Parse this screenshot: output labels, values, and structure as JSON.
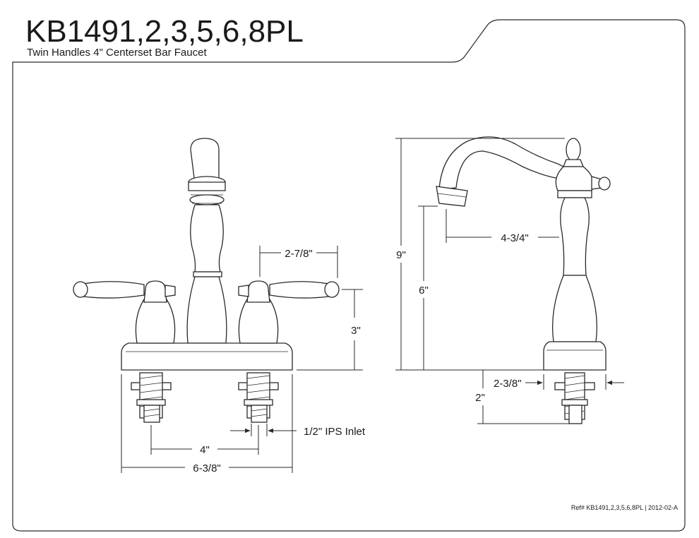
{
  "header": {
    "model": "KB1491,2,3,5,6,8PL",
    "subtitle": "Twin Handles 4\" Centerset Bar Faucet"
  },
  "dimensions": {
    "handle_offset": "2-7/8\"",
    "handle_height": "3\"",
    "centers": "4\"",
    "overall_width": "6-3/8\"",
    "inlet": "1/2\" IPS Inlet",
    "spout_reach": "4-3/4\"",
    "overall_height": "9\"",
    "spout_height": "6\"",
    "base_depth": "2-3/8\"",
    "shank_length": "2\""
  },
  "footer": {
    "reference": "Ref# KB1491,2,3,5,6,8PL | 2012-02-A"
  }
}
